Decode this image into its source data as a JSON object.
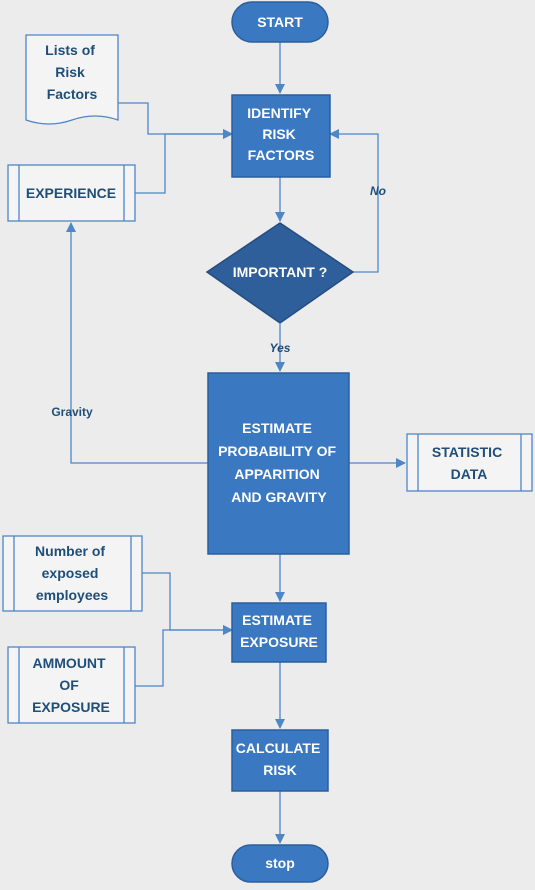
{
  "nodes": {
    "start": "START",
    "identify": [
      "IDENTIFY",
      "RISK",
      "FACTORS"
    ],
    "important": "IMPORTANT ?",
    "estimate_prob": [
      "ESTIMATE",
      "PROBABILITY OF",
      "APPARITION",
      "AND GRAVITY"
    ],
    "estimate_exposure": [
      "ESTIMATE",
      "EXPOSURE"
    ],
    "calculate": [
      "CALCULATE",
      "RISK"
    ],
    "stop": "stop",
    "lists_of_risk_factors": [
      "Lists of",
      "Risk",
      "Factors"
    ],
    "experience": "EXPERIENCE",
    "statistic_data": [
      "STATISTIC",
      "DATA"
    ],
    "number_exposed": [
      "Number of",
      "exposed",
      "employees"
    ],
    "ammount_exposure": [
      "AMMOUNT",
      "OF",
      "EXPOSURE"
    ]
  },
  "edge_labels": {
    "no": "No",
    "yes": "Yes",
    "gravity": "Gravity"
  },
  "colors": {
    "primary": "#3a78c2",
    "primary_border": "#2a5f9e",
    "decision": "#2f5f9b",
    "connector": "#4e86c6",
    "side_fill": "#f4f4f4",
    "side_border": "#4e86c6",
    "side_text": "#1f4e79",
    "background": "#ececec"
  }
}
